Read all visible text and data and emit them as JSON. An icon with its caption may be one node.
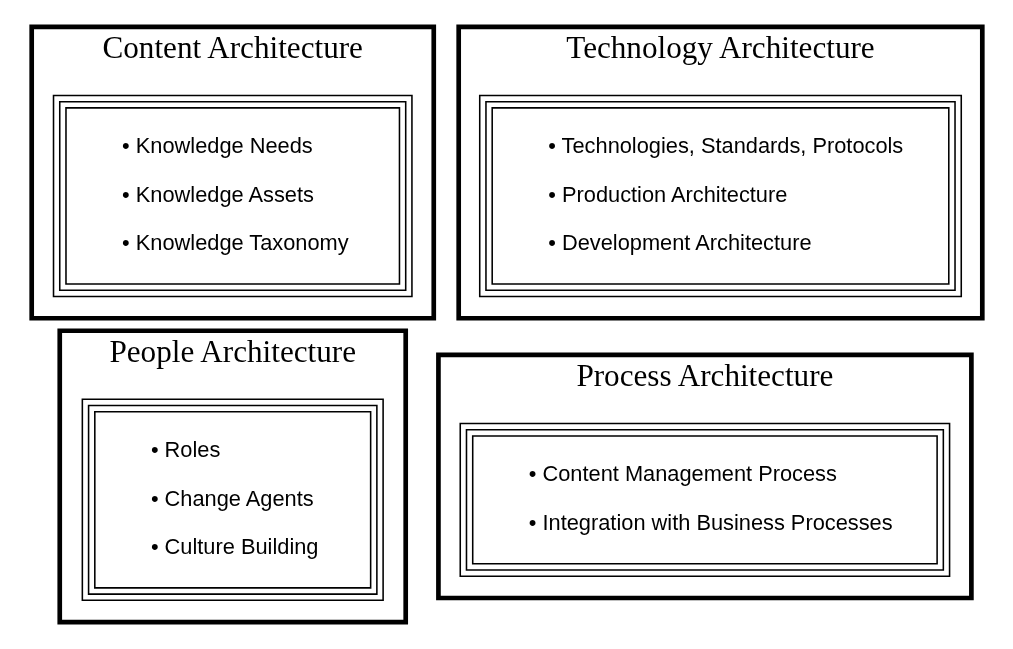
{
  "diagram": {
    "nodes": [
      {
        "text": [
          "Content Architecture"
        ]
      },
      {
        "text": [
          "• Knowledge Needs",
          "• Knowledge Assets",
          "• Knowledge Taxonomy"
        ],
        "in": 0
      },
      {
        "text": [
          "Technology Architecture"
        ]
      },
      {
        "text": [
          "• Technologies, Standards, Protocols",
          "• Production Architecture",
          "• Development Architecture"
        ],
        "in": 2
      },
      {
        "text": [
          "People Architecture"
        ]
      },
      {
        "text": [
          "• Roles",
          "• Change Agents",
          "• Culture Building"
        ],
        "in": 4
      },
      {
        "text": [
          "Process Architecture"
        ]
      },
      {
        "text": [
          "• Content Management Process",
          "• Integration with Business Processes"
        ],
        "in": 6
      }
    ],
    "edges": []
  }
}
